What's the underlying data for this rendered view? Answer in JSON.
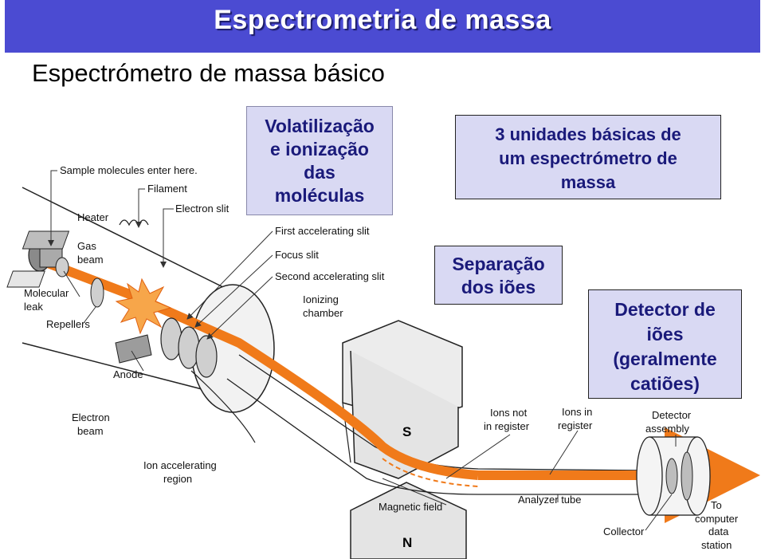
{
  "title": "Espectrometria de massa",
  "subtitle": "Espectrómetro de massa básico",
  "callouts": {
    "ionization": [
      "Volatilização",
      "e ionização",
      "das",
      "moléculas"
    ],
    "units": [
      "3 unidades básicas de",
      "um espectrómetro de",
      "massa"
    ],
    "separation": [
      "Separação",
      "dos iões"
    ],
    "detector": [
      "Detector de",
      "iões",
      "(geralmente",
      "catiões)"
    ]
  },
  "labels": {
    "sample": "Sample molecules enter here.",
    "filament": "Filament",
    "heater": "Heater",
    "electron_slit": "Electron slit",
    "gas_beam": [
      "Gas",
      "beam"
    ],
    "first_slit": "First accelerating slit",
    "focus_slit": "Focus slit",
    "second_slit": "Second accelerating slit",
    "molecular_leak": [
      "Molecular",
      "leak"
    ],
    "ionizing_chamber": [
      "Ionizing",
      "chamber"
    ],
    "repellers": "Repellers",
    "anode": "Anode",
    "electron_beam": [
      "Electron",
      "beam"
    ],
    "ion_accel": [
      "Ion accelerating",
      "region"
    ],
    "ions_not": [
      "Ions not",
      "in register"
    ],
    "ions_in": [
      "Ions in",
      "register"
    ],
    "detector_assembly": [
      "Detector",
      "assembly"
    ],
    "magnetic_field": "Magnetic field",
    "analyzer_tube": "Analyzer tube",
    "collector": "Collector",
    "to_computer": [
      "To",
      "computer",
      "data",
      "station"
    ],
    "magnet_s": "S",
    "magnet_n": "N"
  },
  "colors": {
    "banner": "#4b4bd2",
    "callout_fill": "#d9d9f3",
    "callout_text": "#1a1a7a",
    "beam": "#f07a1a",
    "device": "#c8c8c8"
  }
}
